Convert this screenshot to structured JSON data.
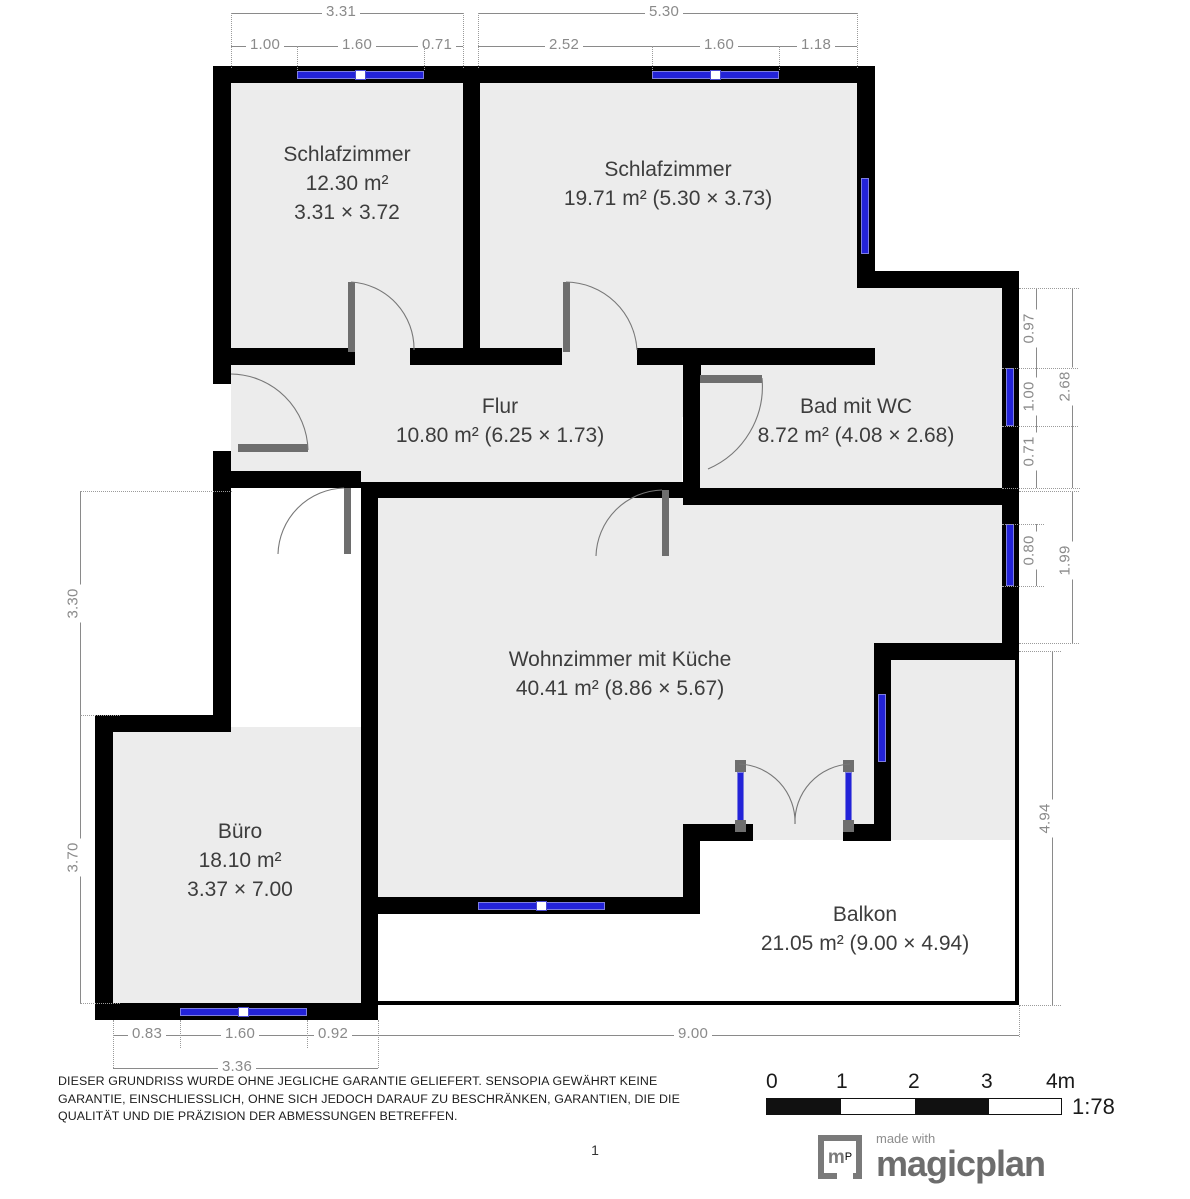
{
  "meta": {
    "page_number": "1",
    "scale_ratio": "1:78"
  },
  "rooms": [
    {
      "id": "schlafzimmer1",
      "name": "Schlafzimmer",
      "area": "12.30 m²",
      "dims": "3.31 × 3.72",
      "area_line": "12.30 m²",
      "dims_line": "3.31 × 3.72"
    },
    {
      "id": "schlafzimmer2",
      "name": "Schlafzimmer",
      "area": "19.71 m²",
      "dims": "(5.30 × 3.73)",
      "area_line": "19.71 m² (5.30 × 3.73)"
    },
    {
      "id": "flur",
      "name": "Flur",
      "area": "10.80 m²",
      "dims": "(6.25 × 1.73)",
      "area_line": "10.80 m² (6.25 × 1.73)"
    },
    {
      "id": "bad",
      "name": "Bad mit WC",
      "area": "8.72 m²",
      "dims": "(4.08 × 2.68)",
      "area_line": "8.72 m² (4.08 × 2.68)"
    },
    {
      "id": "wohnzimmer",
      "name": "Wohnzimmer mit Küche",
      "area": "40.41 m²",
      "dims": "(8.86 × 5.67)",
      "area_line": "40.41 m² (8.86 × 5.67)"
    },
    {
      "id": "buero",
      "name": "Büro",
      "area": "18.10 m²",
      "dims": "3.37 × 7.00",
      "area_line": "18.10 m²",
      "dims_line": "3.37 × 7.00"
    },
    {
      "id": "balkon",
      "name": "Balkon",
      "area": "21.05 m²",
      "dims": "(9.00 × 4.94)",
      "area_line": "21.05 m² (9.00 × 4.94)"
    }
  ],
  "dimensions": {
    "top_outer": [
      "3.31",
      "5.30"
    ],
    "top_inner": [
      "1.00",
      "1.60",
      "0.71",
      "2.52",
      "1.60",
      "1.18"
    ],
    "right_upper_chain": [
      "0.97",
      "1.00",
      "0.71"
    ],
    "right_upper_total": "2.68",
    "right_mid_chain": [
      "0.80"
    ],
    "right_mid_total": "1.99",
    "right_lower_total": "4.94",
    "left_chain": [
      "3.30",
      "3.70"
    ],
    "bottom_inner": [
      "0.83",
      "1.60",
      "0.92"
    ],
    "bottom_left_total": "3.36",
    "bottom_total": "9.00"
  },
  "scale": {
    "ticks": [
      "0",
      "1",
      "2",
      "3",
      "4m"
    ],
    "ratio": "1:78"
  },
  "footer": {
    "disclaimer": "DIESER GRUNDRISS WURDE OHNE JEGLICHE GARANTIE GELIEFERT. SENSOPIA GEWÄHRT KEINE GARANTIE, EINSCHLIESSLICH, OHNE SICH JEDOCH DARAUF ZU BESCHRÄNKEN, GARANTIEN, DIE DIE QUALITÄT UND DIE PRÄZISION DER ABMESSUNGEN BETREFFEN.",
    "page_number": "1"
  },
  "branding": {
    "made_with": "made with",
    "product": "magicplan",
    "mark": "m",
    "mark_sup": "P"
  },
  "colors": {
    "wall": "#000000",
    "floor": "#ececec",
    "window": "#2323d8",
    "door_leaf": "#6e6e6e",
    "dimension": "#8a8a8a",
    "label_text": "#3d3d3d"
  }
}
